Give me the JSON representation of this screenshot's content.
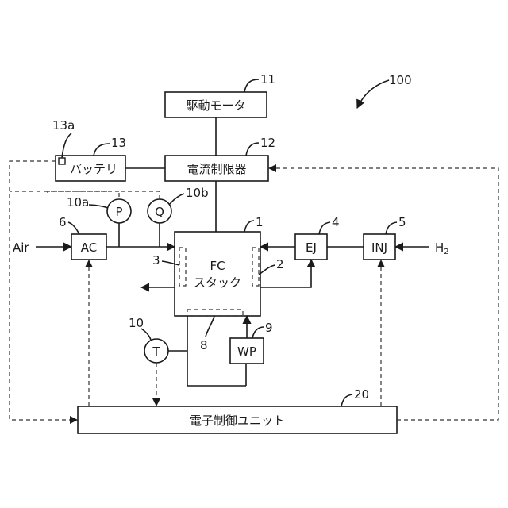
{
  "figure_number": "100",
  "components": {
    "motor": {
      "label": "駆動モータ",
      "ref": "11"
    },
    "current_limiter": {
      "label": "電流制限器",
      "ref": "12"
    },
    "battery": {
      "label": "バッテリ",
      "ref": "13",
      "sensor_ref": "13a"
    },
    "fc_stack": {
      "line1": "FC",
      "line2": "スタック",
      "ref": "1"
    },
    "air_compressor": {
      "label": "AC",
      "ref": "6"
    },
    "ejector": {
      "label": "EJ",
      "ref": "4"
    },
    "injector": {
      "label": "INJ",
      "ref": "5"
    },
    "water_pump": {
      "label": "WP",
      "ref": "9"
    },
    "pressure_sensor": {
      "label": "P",
      "ref": "10a"
    },
    "flow_sensor": {
      "label": "Q",
      "ref": "10b"
    },
    "temp_sensor": {
      "label": "T",
      "ref": "10"
    },
    "ecu": {
      "label": "電子制御ユニット",
      "ref": "20"
    }
  },
  "inputs": {
    "air": "Air",
    "hydrogen": "H",
    "hydrogen_sub": "2"
  },
  "stack_parts": {
    "anode_ref": "2",
    "cathode_ref": "3",
    "coolant_ref": "8"
  }
}
